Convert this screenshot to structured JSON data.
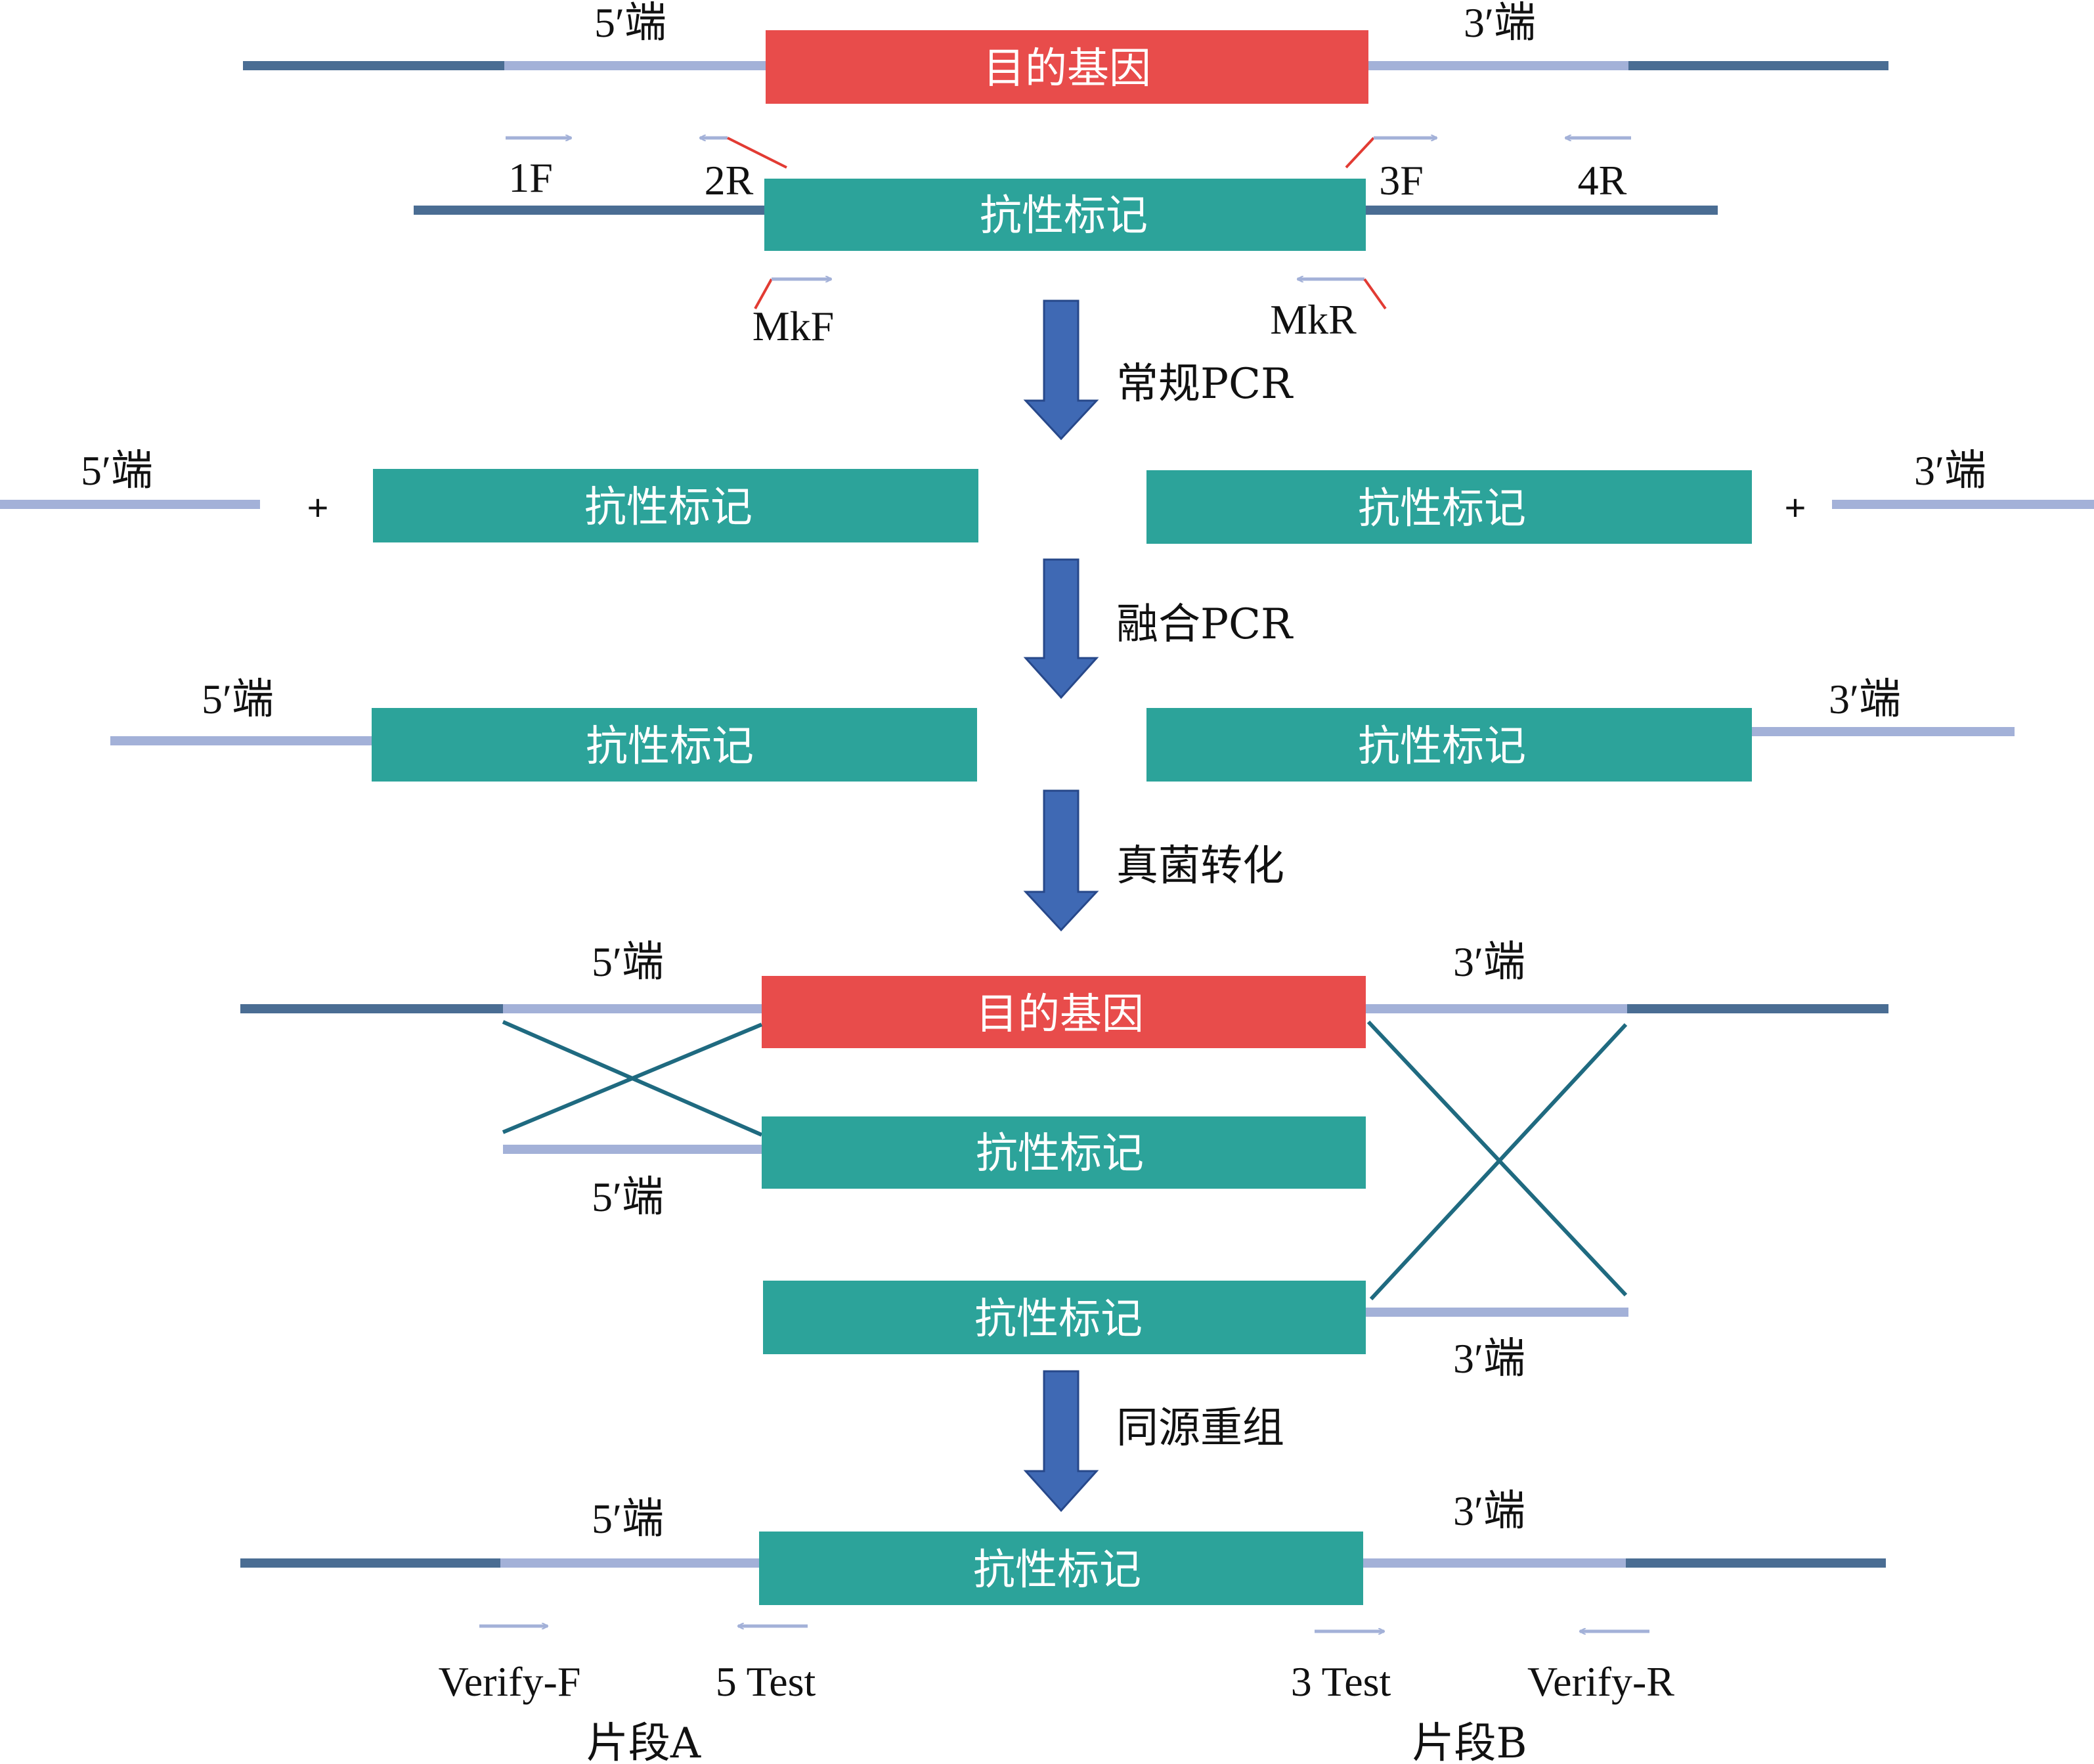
{
  "colors": {
    "dark_strand": "#4a6d93",
    "light_strand": "#a3b1d8",
    "gene_box": "#e84c4b",
    "marker_box": "#2ca39a",
    "step_arrow": "#3f69b4",
    "cross_line": "#1f6a80",
    "primer_tail": "#e23b33"
  },
  "labels": {
    "five_end": "5′端",
    "three_end": "3′端",
    "target_gene": "目的基因",
    "marker": "抗性标记",
    "plus": "+"
  },
  "primers": {
    "p1F": "1F",
    "p2R": "2R",
    "p3F": "3F",
    "p4R": "4R",
    "mkF": "MkF",
    "mkR": "MkR",
    "verifyF": "Verify-F",
    "test5": "5 Test",
    "test3": "3 Test",
    "verifyR": "Verify-R"
  },
  "steps": {
    "s1": "常规PCR",
    "s2": "融合PCR",
    "s3": "真菌转化",
    "s4": "同源重组"
  },
  "fragments": {
    "a": "片段A",
    "b": "片段B"
  }
}
